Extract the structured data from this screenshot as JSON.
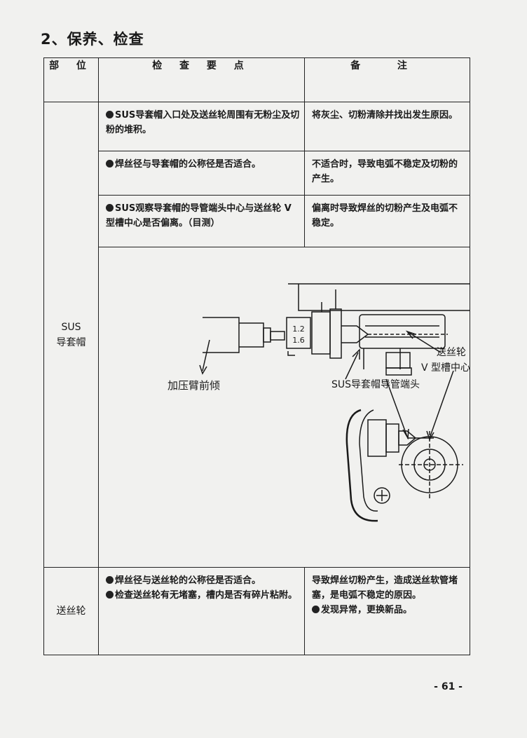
{
  "page_title": "2、保养、检查",
  "table": {
    "headers": [
      "部 位",
      "检 查 要 点",
      "备 注"
    ],
    "rows": [
      {
        "checks": [
          "SUS导套帽入口处及送丝轮周围有无粉尘及切粉的堆积。"
        ],
        "notes": [
          "将灰尘、切粉清除并找出发生原因。"
        ]
      },
      {
        "checks": [
          "焊丝径与导套帽的公称径是否适合。"
        ],
        "notes": [
          "不适合时，导致电弧不稳定及切粉的产生。"
        ]
      },
      {
        "checks": [
          "SUS观察导套帽的导管端头中心与送丝轮 V 型槽中心是否偏离。（目测）"
        ],
        "notes": [
          "偏离时导致焊丝的切粉产生及电弧不稳定。"
        ]
      }
    ],
    "part_sus": [
      "SUS",
      "导套帽"
    ],
    "part_feed": "送丝轮",
    "feed_checks": [
      "焊丝径与送丝轮的公称径是否适合。",
      "检查送丝轮有无堵塞，槽内是否有碎片粘附。"
    ],
    "feed_notes": [
      "导致焊丝切粉产生，造成送丝软管堵塞，是电弧不稳定的原因。",
      "发现异常，更换新品。"
    ]
  },
  "diagram": {
    "label_arm": "加压臂前倾",
    "label_tip": "SUS导套帽导管端头",
    "label_wheel_1": "送丝轮",
    "label_wheel_2": "V 型槽中心",
    "marking_1": "1.2",
    "marking_2": "1.6"
  },
  "page_number": "- 61 -"
}
